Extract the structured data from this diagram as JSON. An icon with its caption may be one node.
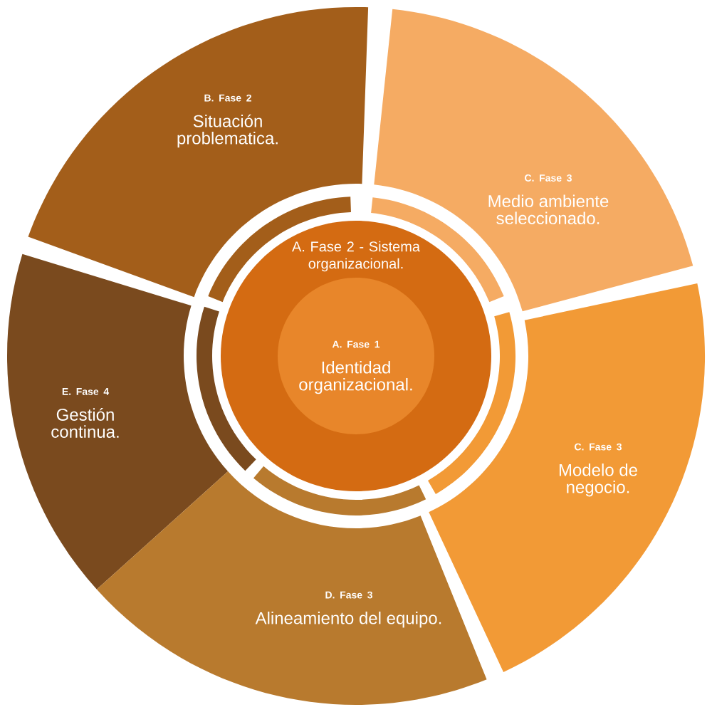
{
  "diagram": {
    "nodes": [
      {
        "text": [
          "B. Fase 2",
          "Situación problematica."
        ]
      },
      {
        "text": [
          "C. Fase 3",
          "Medio ambiente seleccionado."
        ]
      },
      {
        "text": [
          "E. Fase 4",
          "Gestión continua."
        ]
      },
      {
        "text": [
          "A. Fase 2 - Sistema organizacional."
        ]
      },
      {
        "text": [
          "A. Fase 1",
          "Identidad organizacional."
        ],
        "in": 3
      },
      {
        "text": [
          "C. Fase 3",
          "Modelo de negocio."
        ]
      },
      {
        "text": [
          "D. Fase 3",
          "Alineamiento del equipo."
        ]
      }
    ]
  }
}
